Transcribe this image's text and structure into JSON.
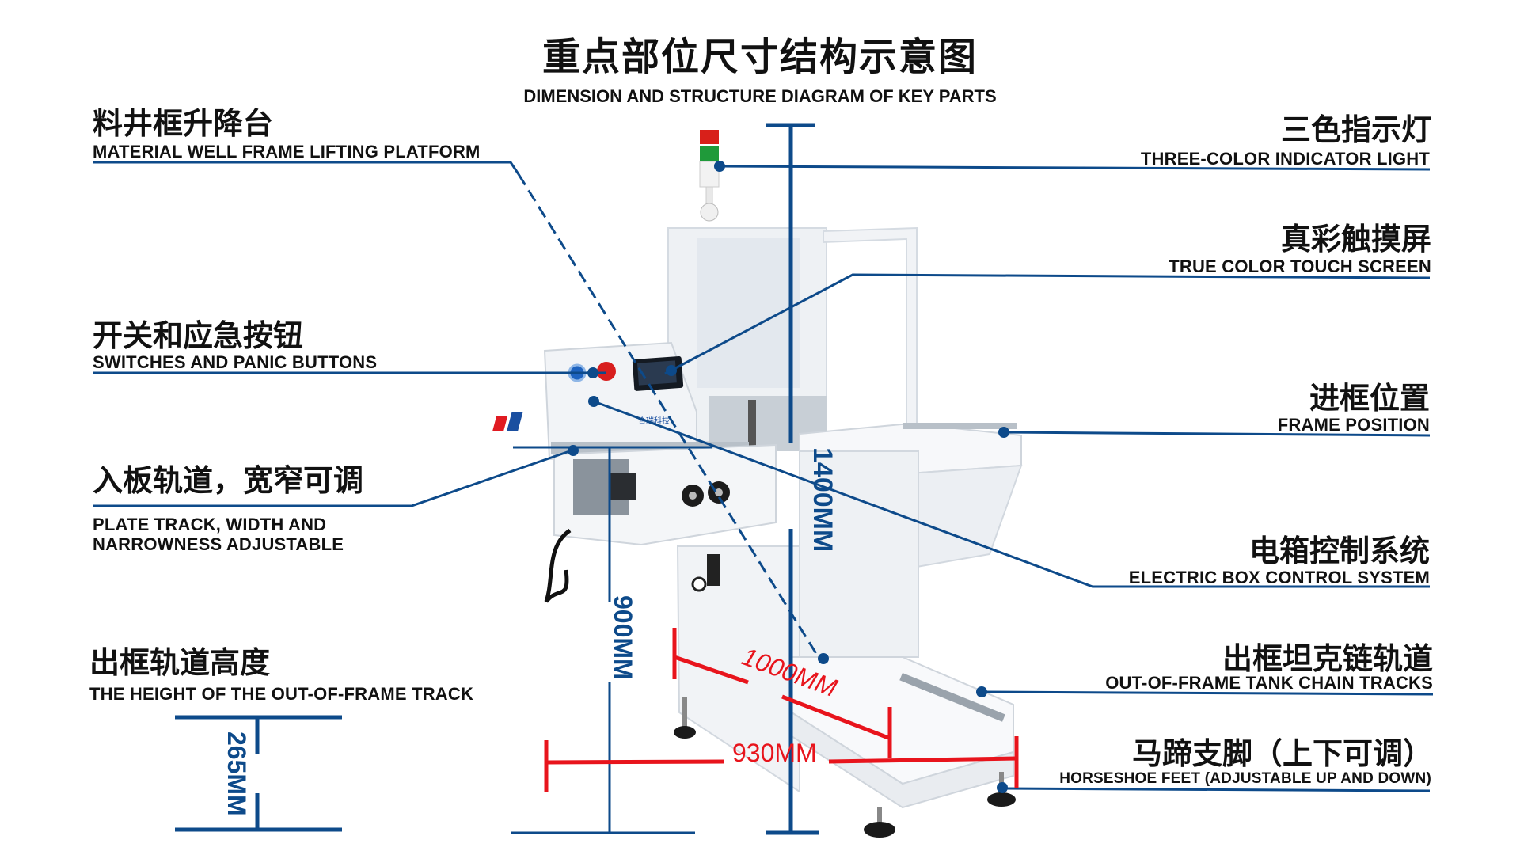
{
  "header": {
    "title": "重点部位尺寸结构示意图",
    "subtitle": "DIMENSION AND STRUCTURE DIAGRAM OF KEY PARTS"
  },
  "left_labels": [
    {
      "cn": "料井框升降台",
      "en": "MATERIAL WELL FRAME LIFTING PLATFORM"
    },
    {
      "cn": "开关和应急按钮",
      "en": "SWITCHES AND PANIC BUTTONS"
    },
    {
      "cn": "入板轨道，宽窄可调",
      "en_line1": "PLATE TRACK, WIDTH AND",
      "en_line2": "NARROWNESS ADJUSTABLE"
    },
    {
      "cn": "出框轨道高度",
      "en": "THE HEIGHT OF THE OUT-OF-FRAME TRACK"
    }
  ],
  "right_labels": [
    {
      "cn": "三色指示灯",
      "en": "THREE-COLOR INDICATOR LIGHT"
    },
    {
      "cn": "真彩触摸屏",
      "en": "TRUE COLOR TOUCH SCREEN"
    },
    {
      "cn": "进框位置",
      "en": "FRAME POSITION"
    },
    {
      "cn": "电箱控制系统",
      "en": "ELECTRIC BOX CONTROL SYSTEM"
    },
    {
      "cn": "出框坦克链轨道",
      "en": "OUT-OF-FRAME TANK CHAIN TRACKS"
    },
    {
      "cn": "马蹄支脚（上下可调）",
      "en": "HORSESHOE FEET (ADJUSTABLE UP AND DOWN)"
    }
  ],
  "dimensions": {
    "height_total": "1400MM",
    "height_inlet": "900MM",
    "depth": "1000MM",
    "width": "930MM",
    "outlet_height": "265MM"
  },
  "machine": {
    "logo_text": "合瑞科技"
  },
  "colors": {
    "leader_blue": "#0d4a8a",
    "dimension_red": "#e8141c",
    "text": "#111111",
    "light_red": "#d8201a",
    "light_green": "#1f9a3a"
  }
}
